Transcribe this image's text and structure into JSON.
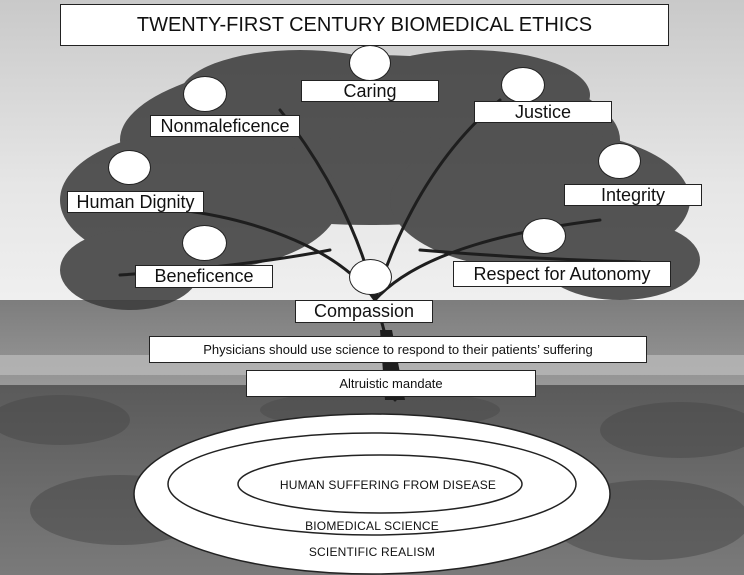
{
  "title": "TWENTY-FIRST CENTURY BIOMEDICAL ETHICS",
  "values": {
    "caring": "Caring",
    "nonmaleficence": "Nonmaleficence",
    "justice": "Justice",
    "human_dignity": "Human Dignity",
    "integrity": "Integrity",
    "beneficence": "Beneficence",
    "respect_for_autonomy": "Respect for Autonomy",
    "compassion": "Compassion"
  },
  "trunk": {
    "statement": "Physicians should use science to respond to their patients’ suffering",
    "mandate": "Altruistic mandate"
  },
  "roots": {
    "inner": "HUMAN SUFFERING FROM DISEASE",
    "middle": "BIOMEDICAL SCIENCE",
    "outer": "SCIENTIFIC REALISM"
  }
}
